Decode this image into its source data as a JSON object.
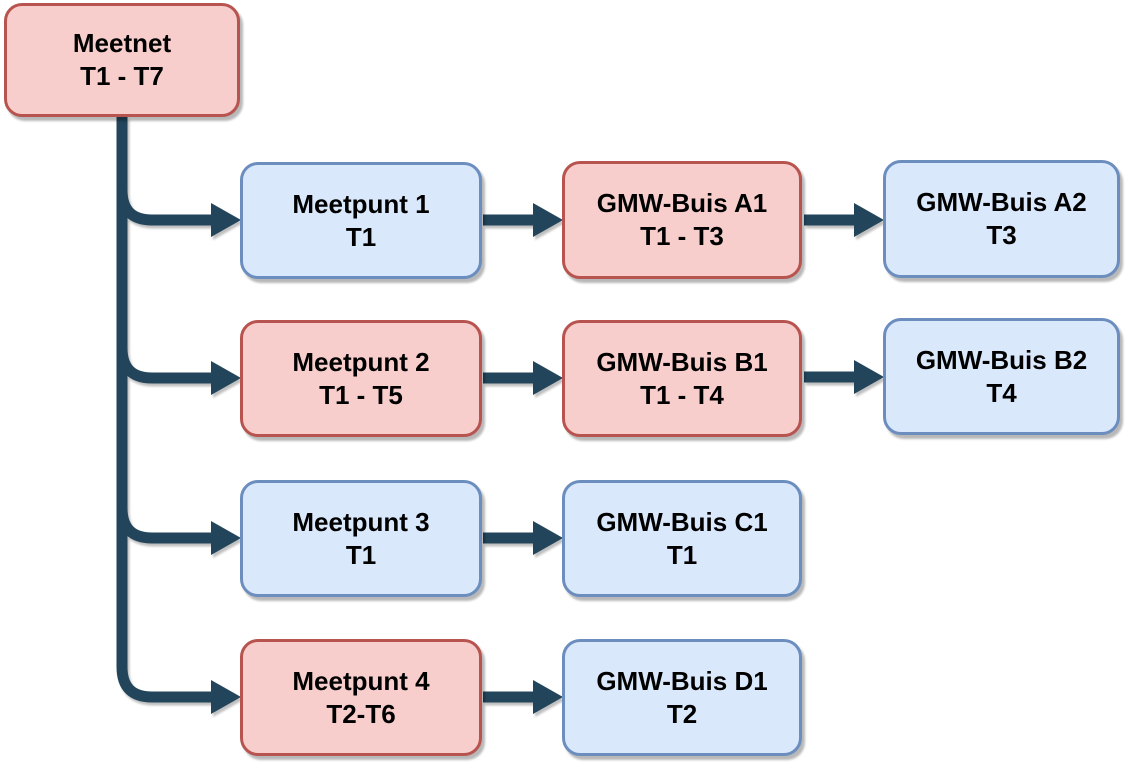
{
  "diagram": {
    "type": "flowchart",
    "colors": {
      "red_fill": "#f8cecc",
      "red_border": "#b85450",
      "blue_fill": "#dae8fc",
      "blue_border": "#6c8ebf",
      "connector": "#22455b",
      "text": "#000000",
      "background": "#ffffff"
    },
    "nodes": [
      {
        "id": "meetnet",
        "title": "Meetnet",
        "subtitle": "T1 - T7",
        "style": "red"
      },
      {
        "id": "meetpunt1",
        "title": "Meetpunt 1",
        "subtitle": "T1",
        "style": "blue"
      },
      {
        "id": "gmw-a1",
        "title": "GMW-Buis A1",
        "subtitle": "T1 - T3",
        "style": "red"
      },
      {
        "id": "gmw-a2",
        "title": "GMW-Buis A2",
        "subtitle": "T3",
        "style": "blue"
      },
      {
        "id": "meetpunt2",
        "title": "Meetpunt 2",
        "subtitle": "T1 - T5",
        "style": "red"
      },
      {
        "id": "gmw-b1",
        "title": "GMW-Buis B1",
        "subtitle": "T1 - T4",
        "style": "red"
      },
      {
        "id": "gmw-b2",
        "title": "GMW-Buis B2",
        "subtitle": "T4",
        "style": "blue"
      },
      {
        "id": "meetpunt3",
        "title": "Meetpunt 3",
        "subtitle": "T1",
        "style": "blue"
      },
      {
        "id": "gmw-c1",
        "title": "GMW-Buis C1",
        "subtitle": "T1",
        "style": "blue"
      },
      {
        "id": "meetpunt4",
        "title": "Meetpunt 4",
        "subtitle": "T2-T6",
        "style": "red"
      },
      {
        "id": "gmw-d1",
        "title": "GMW-Buis D1",
        "subtitle": "T2",
        "style": "blue"
      }
    ],
    "edges": [
      {
        "from": "meetnet",
        "to": "meetpunt1"
      },
      {
        "from": "meetnet",
        "to": "meetpunt2"
      },
      {
        "from": "meetnet",
        "to": "meetpunt3"
      },
      {
        "from": "meetnet",
        "to": "meetpunt4"
      },
      {
        "from": "meetpunt1",
        "to": "gmw-a1"
      },
      {
        "from": "gmw-a1",
        "to": "gmw-a2"
      },
      {
        "from": "meetpunt2",
        "to": "gmw-b1"
      },
      {
        "from": "gmw-b1",
        "to": "gmw-b2"
      },
      {
        "from": "meetpunt3",
        "to": "gmw-c1"
      },
      {
        "from": "meetpunt4",
        "to": "gmw-d1"
      }
    ]
  }
}
